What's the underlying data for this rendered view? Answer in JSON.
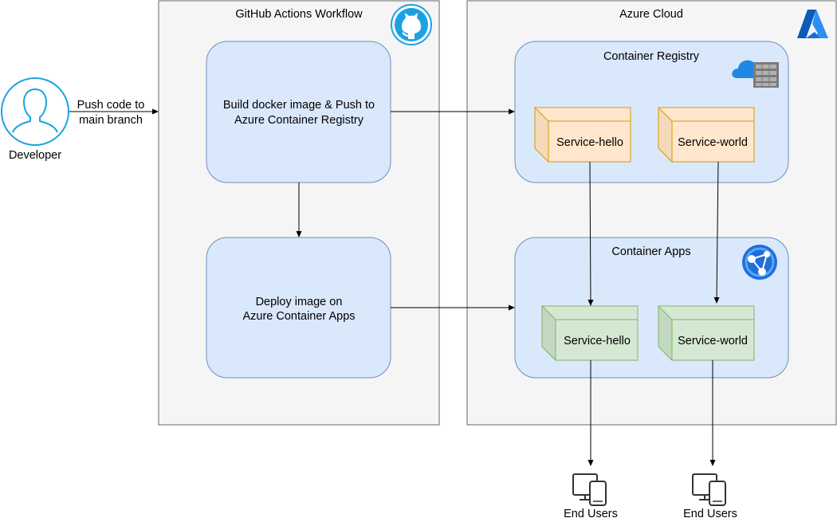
{
  "developer": {
    "label": "Developer"
  },
  "push_edge": {
    "line1": "Push code to",
    "line2": "main branch"
  },
  "github_panel": {
    "title": "GitHub Actions Workflow",
    "icon": "github-octocat-icon",
    "build_step": {
      "line1": "Build docker image & Push to",
      "line2": "Azure Container Registry"
    },
    "deploy_step": {
      "line1": "Deploy image on",
      "line2": "Azure Container Apps"
    }
  },
  "azure_panel": {
    "title": "Azure Cloud",
    "icon": "azure-logo-icon",
    "registry": {
      "title": "Container Registry",
      "icon": "container-registry-icon",
      "services": [
        {
          "label": "Service-hello"
        },
        {
          "label": "Service-world"
        }
      ]
    },
    "apps": {
      "title": "Container Apps",
      "icon": "container-apps-icon",
      "services": [
        {
          "label": "Service-hello"
        },
        {
          "label": "Service-world"
        }
      ]
    }
  },
  "end_users": [
    {
      "label": "End Users"
    },
    {
      "label": "End Users"
    }
  ],
  "colors": {
    "panel_fill": "#f5f5f5",
    "panel_stroke": "#666666",
    "step_fill": "#dae8fc",
    "step_stroke": "#6c8ebf",
    "registry_fill": "#ffe6cc",
    "registry_stroke": "#d79b00",
    "apps_fill": "#d5e8d4",
    "apps_stroke": "#82b366",
    "accent_blue": "#1ba1e2"
  }
}
